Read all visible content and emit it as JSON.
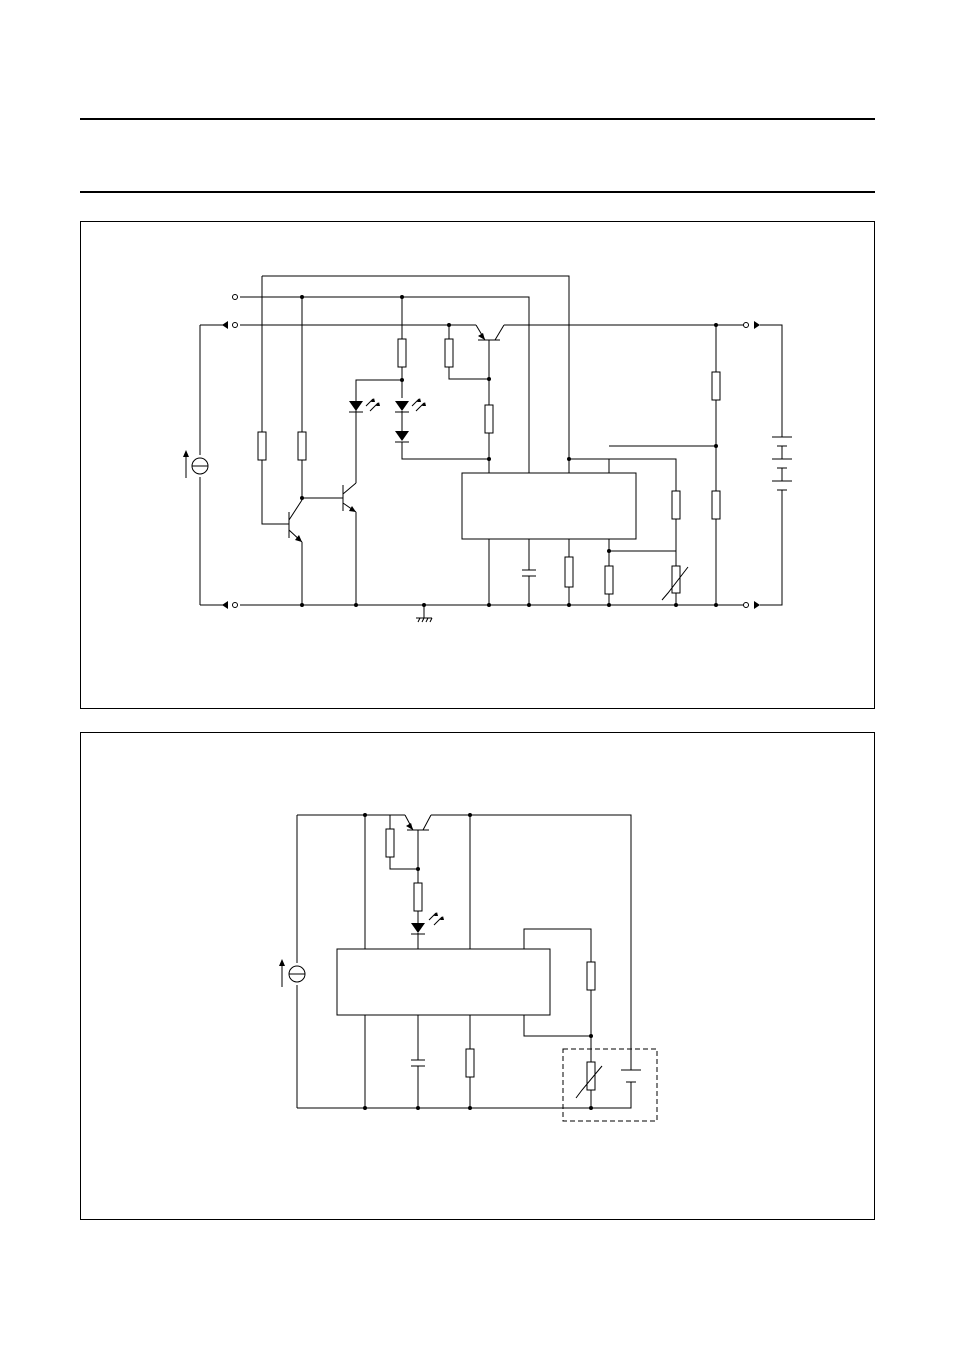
{
  "document": {
    "header_text": "",
    "figures": [
      {
        "id": "fig-a",
        "caption": "",
        "components": [
          "current-source",
          "transistor",
          "resistor",
          "led",
          "diode",
          "capacitor",
          "ntc-thermistor",
          "battery-stack",
          "ic-block",
          "ground"
        ]
      },
      {
        "id": "fig-b",
        "caption": "",
        "components": [
          "current-source",
          "transistor",
          "resistor",
          "led",
          "capacitor",
          "ntc-thermistor",
          "battery",
          "ic-block",
          "battery-pack-dashed-box"
        ]
      }
    ]
  }
}
